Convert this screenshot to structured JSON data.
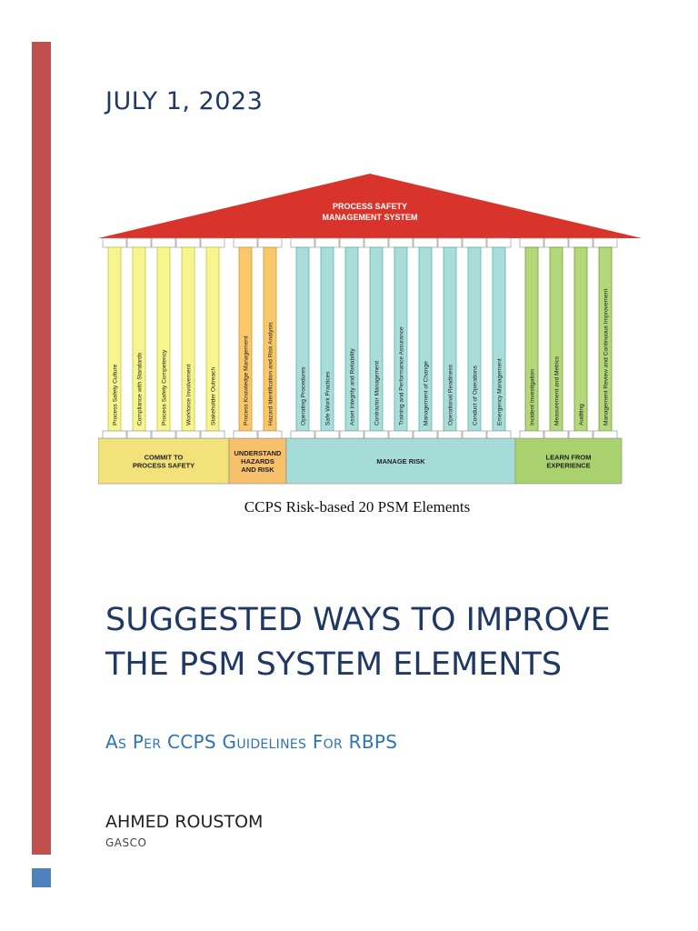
{
  "date": "JULY 1, 2023",
  "figure": {
    "roof_label_1": "PROCESS SAFETY",
    "roof_label_2": "MANAGEMENT SYSTEM",
    "pillar_groups": [
      {
        "label_lines": [
          "COMMIT TO",
          "PROCESS SAFETY"
        ],
        "color": "#f6f58e",
        "edge": "#c9c43a",
        "base": "#f3e27a",
        "elements": [
          "Process Safety Culture",
          "Compliance with Standards",
          "Process Safety Competency",
          "Workforce Involvement",
          "Stakeholder Outreach"
        ]
      },
      {
        "label_lines": [
          "UNDERSTAND",
          "HAZARDS",
          "AND RISK"
        ],
        "color": "#fac86a",
        "edge": "#d4962c",
        "base": "#f7c06a",
        "elements": [
          "Process Knowledge Management",
          "Hazard Identification and Risk Analysis"
        ]
      },
      {
        "label_lines": [
          "MANAGE RISK"
        ],
        "color": "#a9ddd9",
        "edge": "#5fb2ab",
        "base": "#a6dcd8",
        "elements": [
          "Operating Procedures",
          "Safe Work Practices",
          "Asset Integrity and Reliability",
          "Contractor Management",
          "Training and Performance Assurance",
          "Management of Change",
          "Operational Readiness",
          "Conduct of Operations",
          "Emergency Management"
        ]
      },
      {
        "label_lines": [
          "LEARN FROM",
          "EXPERIENCE"
        ],
        "color": "#b4d77a",
        "edge": "#6f9d36",
        "base": "#a9d16e",
        "elements": [
          "Incident Investigation",
          "Measurement and Metrics",
          "Auditing",
          "Management Review and Continuous Improvement"
        ]
      }
    ],
    "roof_color": "#d9342b"
  },
  "caption": "CCPS Risk-based 20 PSM Elements",
  "title": "SUGGESTED WAYS TO IMPROVE THE PSM SYSTEM ELEMENTS",
  "subtitle": "As Per CCPS Guidelines For RBPS",
  "author": "AHMED ROUSTOM",
  "organization": "GASCO"
}
